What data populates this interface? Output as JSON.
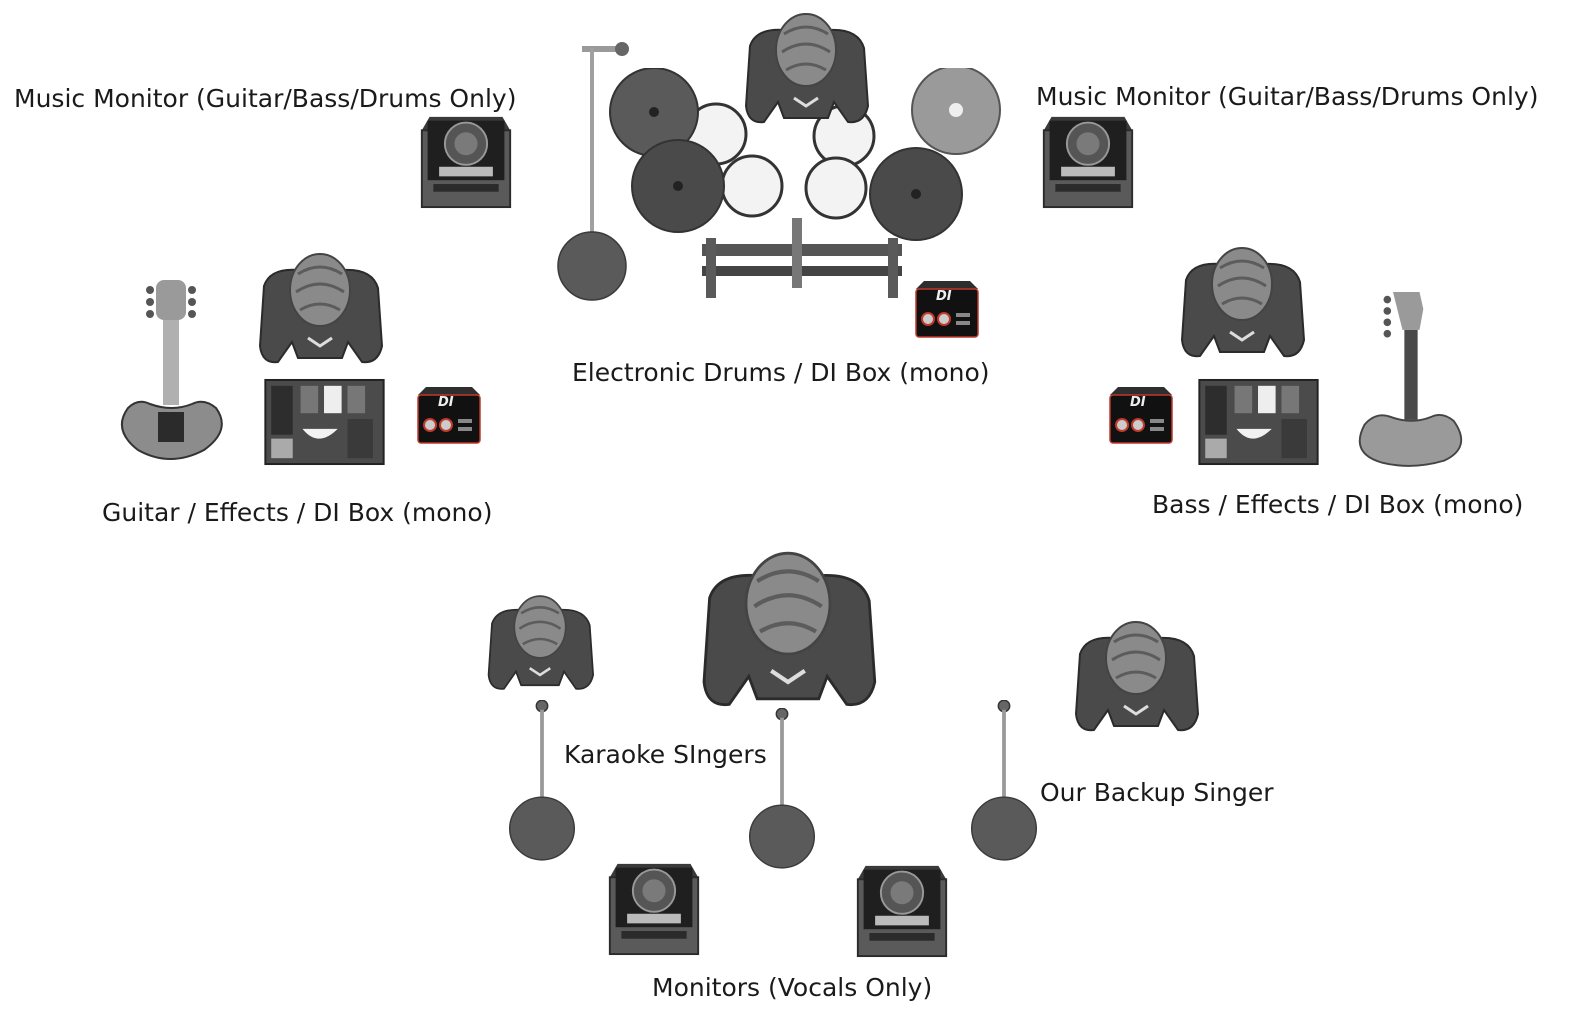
{
  "labels": {
    "monitor_left": "Music Monitor (Guitar/Bass/Drums Only)",
    "monitor_right": "Music Monitor (Guitar/Bass/Drums Only)",
    "drums": "Electronic Drums / DI Box (mono)",
    "guitar": "Guitar / Effects / DI Box (mono)",
    "bass": "Bass / Effects / DI Box (mono)",
    "karaoke": "Karaoke SIngers",
    "backup": "Our Backup Singer",
    "vocal_monitors": "Monitors (Vocals Only)",
    "di_text": "DI"
  },
  "icons": {
    "monitor": "floor-monitor-icon",
    "di_box": "di-box-icon",
    "mic_stand": "mic-stand-icon",
    "person": "person-top-view-icon",
    "drum_kit": "electronic-drum-kit-icon",
    "guitar": "electric-guitar-icon",
    "bass": "bass-guitar-icon",
    "pedalboard": "effects-pedalboard-icon"
  },
  "colors": {
    "dark": "#2b2b2b",
    "mid": "#5a5a5a",
    "light": "#9a9a9a",
    "text": "#1a1a1a",
    "di_accent": "#c0392b"
  }
}
